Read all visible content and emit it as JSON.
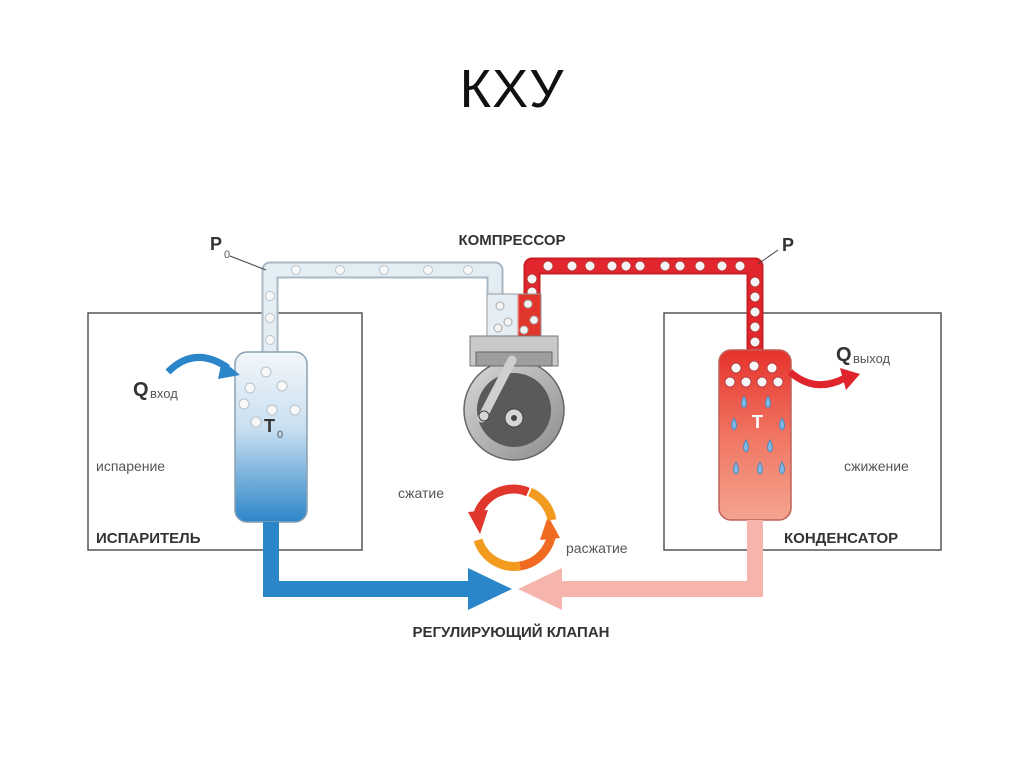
{
  "title": "КХУ",
  "labels": {
    "compressor": "КОМПРЕССОР",
    "p0_main": "P",
    "p0_sub": "0",
    "p": "P",
    "q_in_main": "Q",
    "q_in_sub": "вход",
    "q_out_main": "Q",
    "q_out_sub": "выход",
    "t0_main": "T",
    "t0_sub": "0",
    "t": "T",
    "evaporation": "испарение",
    "condensation": "сжижение",
    "evaporator": "ИСПАРИТЕЛЬ",
    "condenser": "КОНДЕНСАТОР",
    "compression": "сжатие",
    "expansion": "расжатие",
    "valve": "РЕГУЛИРУЮЩИЙ КЛАПАН"
  },
  "colors": {
    "cold_blue": "#2a86c8",
    "hot_red": "#e0242c",
    "warm_pink": "#f5b5ad",
    "cycle_orange": "#f39b1f",
    "pipe_light": "#dde8f0"
  }
}
